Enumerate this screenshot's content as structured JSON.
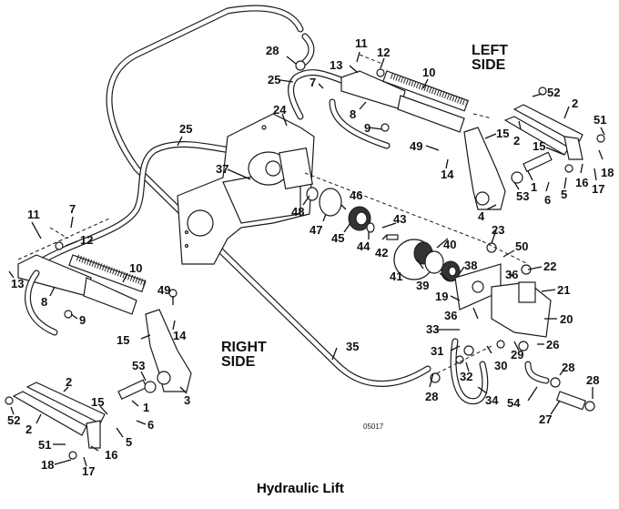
{
  "title": "Hydraulic Lift",
  "figure_id": "05017",
  "side_labels": {
    "left": [
      "LEFT",
      "SIDE"
    ],
    "right": [
      "RIGHT",
      "SIDE"
    ]
  },
  "callouts": [
    {
      "id": "c28a",
      "label": "28"
    },
    {
      "id": "c11a",
      "label": "11"
    },
    {
      "id": "c12a",
      "label": "12"
    },
    {
      "id": "c13a",
      "label": "13"
    },
    {
      "id": "c10a",
      "label": "10"
    },
    {
      "id": "c25a",
      "label": "25"
    },
    {
      "id": "c7a",
      "label": "7"
    },
    {
      "id": "c8a",
      "label": "8"
    },
    {
      "id": "c52a",
      "label": "52"
    },
    {
      "id": "c2a",
      "label": "2"
    },
    {
      "id": "c51a",
      "label": "51"
    },
    {
      "id": "c2b",
      "label": "2"
    },
    {
      "id": "c15a",
      "label": "15"
    },
    {
      "id": "c25b",
      "label": "25"
    },
    {
      "id": "c24a",
      "label": "24"
    },
    {
      "id": "c9a",
      "label": "9"
    },
    {
      "id": "c49a",
      "label": "49"
    },
    {
      "id": "c14a",
      "label": "14"
    },
    {
      "id": "c15b",
      "label": "15"
    },
    {
      "id": "c18a",
      "label": "18"
    },
    {
      "id": "c16a",
      "label": "16"
    },
    {
      "id": "c17a",
      "label": "17"
    },
    {
      "id": "c37a",
      "label": "37"
    },
    {
      "id": "c1a",
      "label": "1"
    },
    {
      "id": "c53a",
      "label": "53"
    },
    {
      "id": "c5a",
      "label": "5"
    },
    {
      "id": "c6a",
      "label": "6"
    },
    {
      "id": "c4a",
      "label": "4"
    },
    {
      "id": "c48a",
      "label": "48"
    },
    {
      "id": "c46a",
      "label": "46"
    },
    {
      "id": "c47a",
      "label": "47"
    },
    {
      "id": "c45a",
      "label": "45"
    },
    {
      "id": "c44a",
      "label": "44"
    },
    {
      "id": "c43a",
      "label": "43"
    },
    {
      "id": "c42a",
      "label": "42"
    },
    {
      "id": "c23a",
      "label": "23"
    },
    {
      "id": "c40a",
      "label": "40"
    },
    {
      "id": "c50a",
      "label": "50"
    },
    {
      "id": "c11b",
      "label": "11"
    },
    {
      "id": "c7b",
      "label": "7"
    },
    {
      "id": "c12b",
      "label": "12"
    },
    {
      "id": "c41a",
      "label": "41"
    },
    {
      "id": "c22a",
      "label": "22"
    },
    {
      "id": "c38a",
      "label": "38"
    },
    {
      "id": "c36a",
      "label": "36"
    },
    {
      "id": "c39a",
      "label": "39"
    },
    {
      "id": "c10b",
      "label": "10"
    },
    {
      "id": "c13b",
      "label": "13"
    },
    {
      "id": "c21a",
      "label": "21"
    },
    {
      "id": "c19a",
      "label": "19"
    },
    {
      "id": "c8b",
      "label": "8"
    },
    {
      "id": "c49b",
      "label": "49"
    },
    {
      "id": "c36b",
      "label": "36"
    },
    {
      "id": "c20a",
      "label": "20"
    },
    {
      "id": "c9b",
      "label": "9"
    },
    {
      "id": "c33a",
      "label": "33"
    },
    {
      "id": "c14b",
      "label": "14"
    },
    {
      "id": "c15c",
      "label": "15"
    },
    {
      "id": "c26a",
      "label": "26"
    },
    {
      "id": "c31a",
      "label": "31"
    },
    {
      "id": "c29a",
      "label": "29"
    },
    {
      "id": "c35a",
      "label": "35"
    },
    {
      "id": "c30a",
      "label": "30"
    },
    {
      "id": "c53b",
      "label": "53"
    },
    {
      "id": "c32a",
      "label": "32"
    },
    {
      "id": "c28b",
      "label": "28"
    },
    {
      "id": "c28c",
      "label": "28"
    },
    {
      "id": "c3a",
      "label": "3"
    },
    {
      "id": "c2c",
      "label": "2"
    },
    {
      "id": "c28d",
      "label": "28"
    },
    {
      "id": "c15d",
      "label": "15"
    },
    {
      "id": "c1b",
      "label": "1"
    },
    {
      "id": "c34a",
      "label": "34"
    },
    {
      "id": "c54a",
      "label": "54"
    },
    {
      "id": "c52b",
      "label": "52"
    },
    {
      "id": "c6b",
      "label": "6"
    },
    {
      "id": "c2d",
      "label": "2"
    },
    {
      "id": "c27a",
      "label": "27"
    },
    {
      "id": "c5b",
      "label": "5"
    },
    {
      "id": "c51b",
      "label": "51"
    },
    {
      "id": "c16b",
      "label": "16"
    },
    {
      "id": "c18b",
      "label": "18"
    },
    {
      "id": "c17b",
      "label": "17"
    }
  ]
}
